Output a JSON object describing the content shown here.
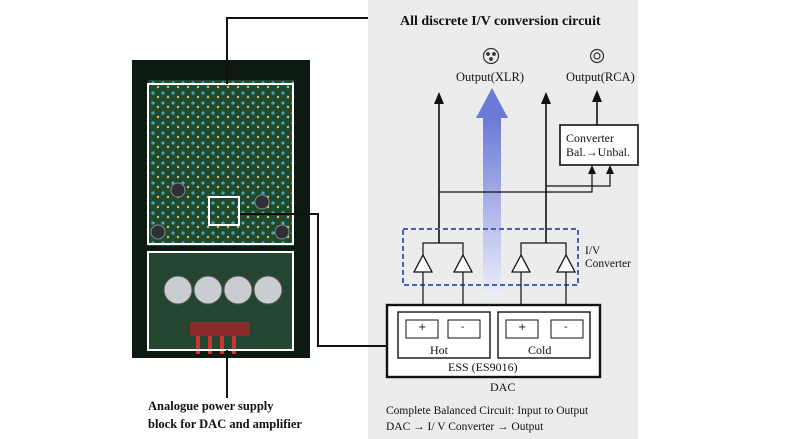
{
  "title": "All discrete I/V conversion circuit",
  "output_xlr": "Output(XLR)",
  "output_rca": "Output(RCA)",
  "converter": {
    "line1": "Converter",
    "line2": "Bal.→Unbal."
  },
  "iv_converter": {
    "line1": "I/V",
    "line2": "Converter"
  },
  "dac_block": {
    "hot": "Hot",
    "cold": "Cold",
    "chip": "ESS (ES9016)",
    "label": "DAC",
    "plus": "+",
    "minus": "-"
  },
  "footer": {
    "line1": "Complete Balanced Circuit: Input to Output",
    "line2": "DAC → I/ V Converter → Output"
  },
  "psu_caption": {
    "line1": "Analogue power supply",
    "line2": "block for DAC and amplifier"
  },
  "colors": {
    "panel": "#ececec",
    "dashed_box": "#4a5fb0",
    "arrow_top": "#c9d0f2",
    "arrow_bottom": "#6c79d6",
    "pcb": "#1f4a2c"
  }
}
